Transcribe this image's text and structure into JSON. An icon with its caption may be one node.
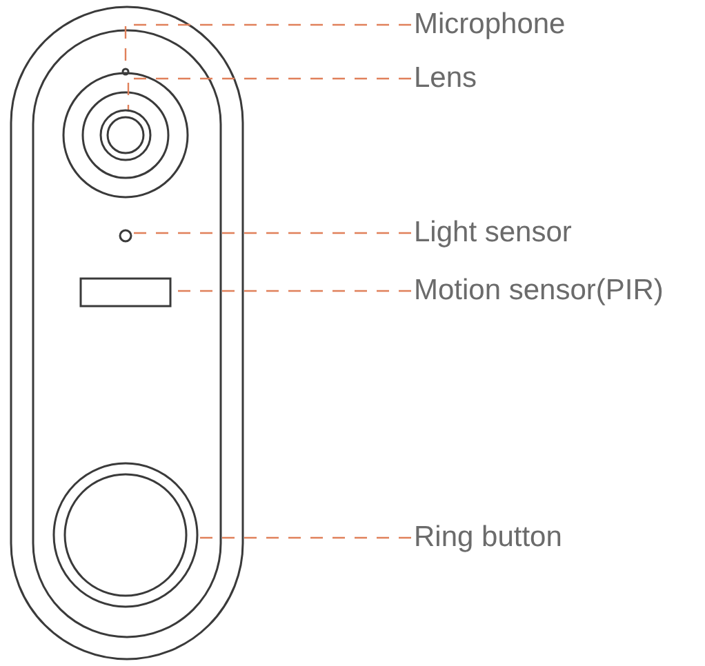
{
  "diagram": {
    "nodes": [
      {
        "text": [
          "Microphone"
        ]
      },
      {
        "text": [
          "Lens"
        ]
      },
      {
        "text": [
          "Light sensor"
        ]
      },
      {
        "text": [
          "Motion sensor(PIR)"
        ]
      },
      {
        "text": [
          "Ring button"
        ]
      },
      {
        "text": [],
        "shape": "circle"
      },
      {
        "text": [],
        "shape": "circle"
      },
      {
        "text": [],
        "shape": "circle"
      },
      {
        "text": [],
        "shape": "box"
      },
      {
        "text": [],
        "shape": "circle"
      }
    ],
    "edges": [
      {
        "from": 0,
        "to": 5,
        "arrow": "none",
        "style": "dashed"
      },
      {
        "from": 1,
        "to": 6,
        "arrow": "none",
        "style": "dashed"
      },
      {
        "from": 2,
        "to": 7,
        "arrow": "none",
        "style": "dashed"
      },
      {
        "from": 3,
        "to": 8,
        "arrow": "none",
        "style": "dashed"
      },
      {
        "from": 4,
        "to": 9,
        "arrow": "none",
        "style": "dashed"
      }
    ]
  }
}
